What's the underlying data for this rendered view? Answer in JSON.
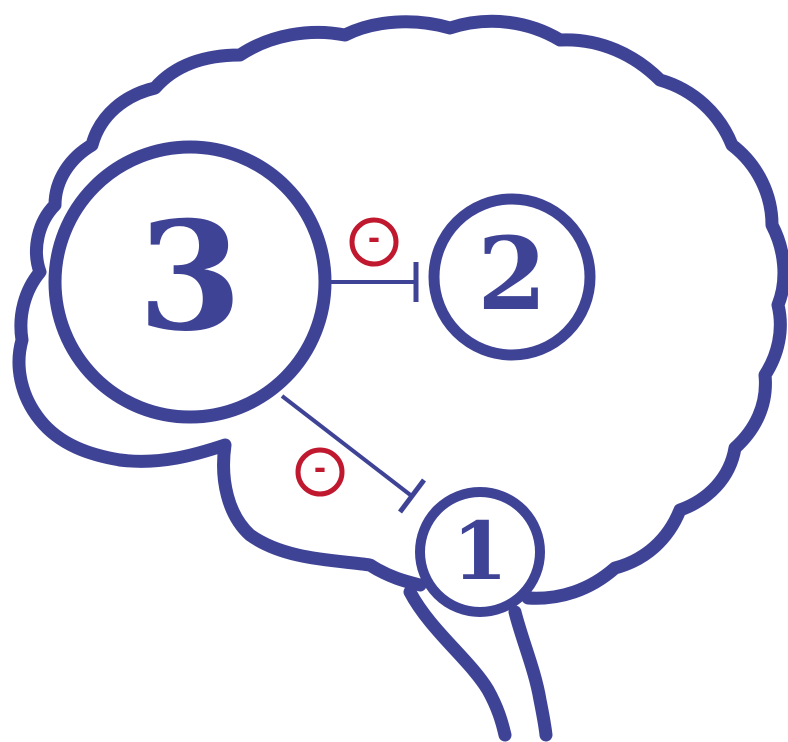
{
  "colors": {
    "outline": "#3f4396",
    "inhibit": "#c0192f",
    "background": "#ffffff"
  },
  "nodes": [
    {
      "id": "3",
      "label": "3"
    },
    {
      "id": "2",
      "label": "2"
    },
    {
      "id": "1",
      "label": "1"
    }
  ],
  "edges": [
    {
      "from": "3",
      "to": "2",
      "type": "inhibition",
      "sign": "-"
    },
    {
      "from": "3",
      "to": "1",
      "type": "inhibition",
      "sign": "-"
    }
  ]
}
